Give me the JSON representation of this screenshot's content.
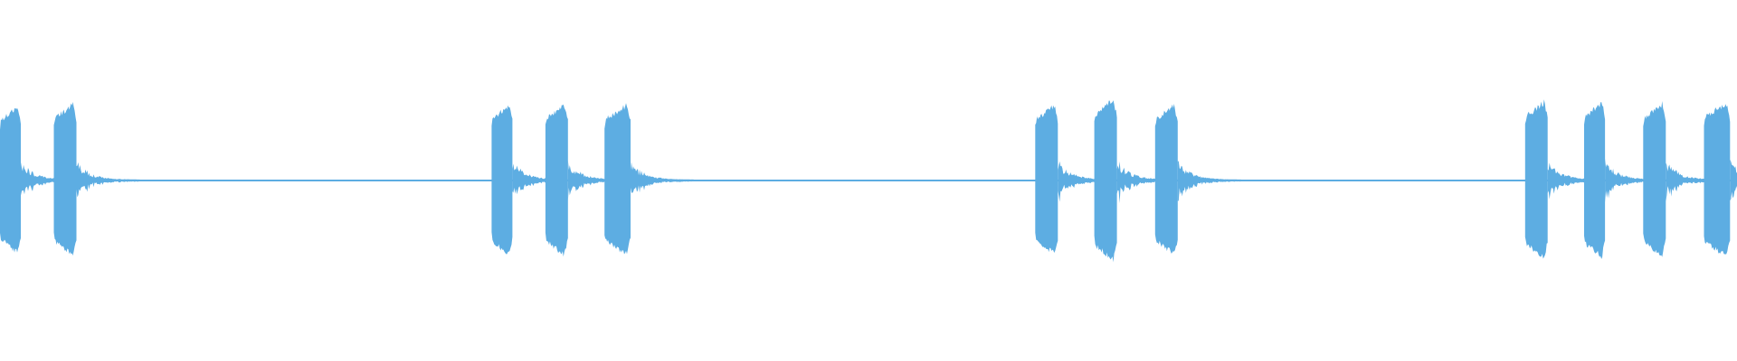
{
  "waveform": {
    "color": "#5dade2",
    "background": "#ffffff",
    "amplitude_scale": "linear",
    "burst_groups": [
      {
        "bursts": [
          {
            "start": 0.0,
            "end": 0.012,
            "peak": 0.89
          },
          {
            "start": 0.031,
            "end": 0.044,
            "peak": 0.92
          }
        ]
      },
      {
        "bursts": [
          {
            "start": 0.283,
            "end": 0.295,
            "peak": 0.92
          },
          {
            "start": 0.314,
            "end": 0.327,
            "peak": 0.92
          },
          {
            "start": 0.348,
            "end": 0.363,
            "peak": 0.91
          }
        ]
      },
      {
        "bursts": [
          {
            "start": 0.596,
            "end": 0.609,
            "peak": 0.91
          },
          {
            "start": 0.63,
            "end": 0.643,
            "peak": 0.98
          },
          {
            "start": 0.665,
            "end": 0.678,
            "peak": 0.91
          }
        ]
      },
      {
        "bursts": [
          {
            "start": 0.878,
            "end": 0.891,
            "peak": 0.95
          },
          {
            "start": 0.912,
            "end": 0.924,
            "peak": 0.95
          },
          {
            "start": 0.946,
            "end": 0.959,
            "peak": 0.93
          },
          {
            "start": 0.981,
            "end": 0.996,
            "peak": 0.94
          }
        ]
      }
    ],
    "baseline_noise": 0.012
  }
}
